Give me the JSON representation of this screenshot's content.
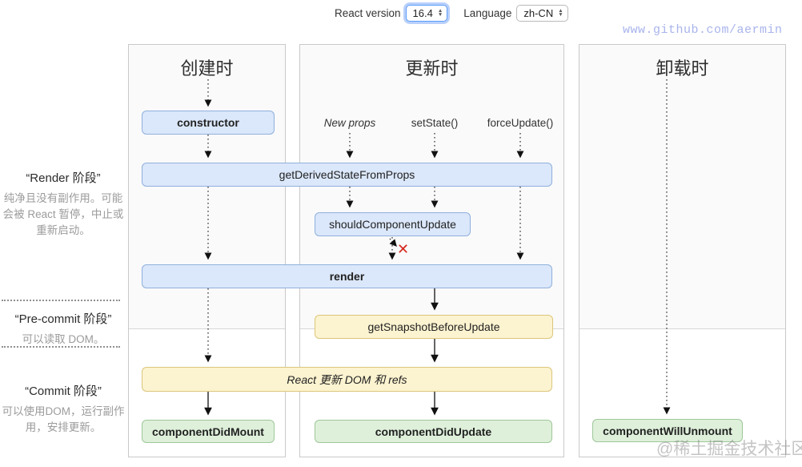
{
  "toolbar": {
    "react_version_label": "React version",
    "react_version_value": "16.4",
    "language_label": "Language",
    "language_value": "zh-CN"
  },
  "watermarks": {
    "top": "www.github.com/aermin",
    "bottom": "@稀土掘金技术社区"
  },
  "columns": [
    {
      "title": "创建时"
    },
    {
      "title": "更新时"
    },
    {
      "title": "卸载时"
    }
  ],
  "phases": [
    {
      "title": "“Render 阶段”",
      "desc": "纯净且没有副作用。可能会被 React 暂停，中止或重新启动。"
    },
    {
      "title": "“Pre-commit 阶段”",
      "desc": "可以读取 DOM。"
    },
    {
      "title": "“Commit 阶段”",
      "desc": "可以使用DOM，运行副作用，安排更新。"
    }
  ],
  "triggers": {
    "new_props": "New props",
    "set_state": "setState()",
    "force_update": "forceUpdate()"
  },
  "boxes": {
    "constructor": "constructor",
    "get_derived_state_from_props": "getDerivedStateFromProps",
    "should_component_update": "shouldComponentUpdate",
    "render": "render",
    "get_snapshot_before_update": "getSnapshotBeforeUpdate",
    "react_updates_dom": "React 更新 DOM 和 refs",
    "component_did_mount": "componentDidMount",
    "component_did_update": "componentDidUpdate",
    "component_will_unmount": "componentWillUnmount"
  },
  "icons": {
    "reject_x": "✕",
    "stepper_up": "▲",
    "stepper_down": "▼"
  },
  "colors": {
    "box_blue_bg": "#dbe7fa",
    "box_blue_border": "#8fb0dd",
    "box_yellow_bg": "#fcf3d0",
    "box_yellow_border": "#dcc67c",
    "box_green_bg": "#def0da",
    "box_green_border": "#9fc79a",
    "panel_bg": "#fafafa",
    "panel_border": "#c9c9c9",
    "reject_x_color": "#d6281e",
    "watermark_top_color": "#a9b4ec",
    "focus_ring": "#5b9df9"
  }
}
